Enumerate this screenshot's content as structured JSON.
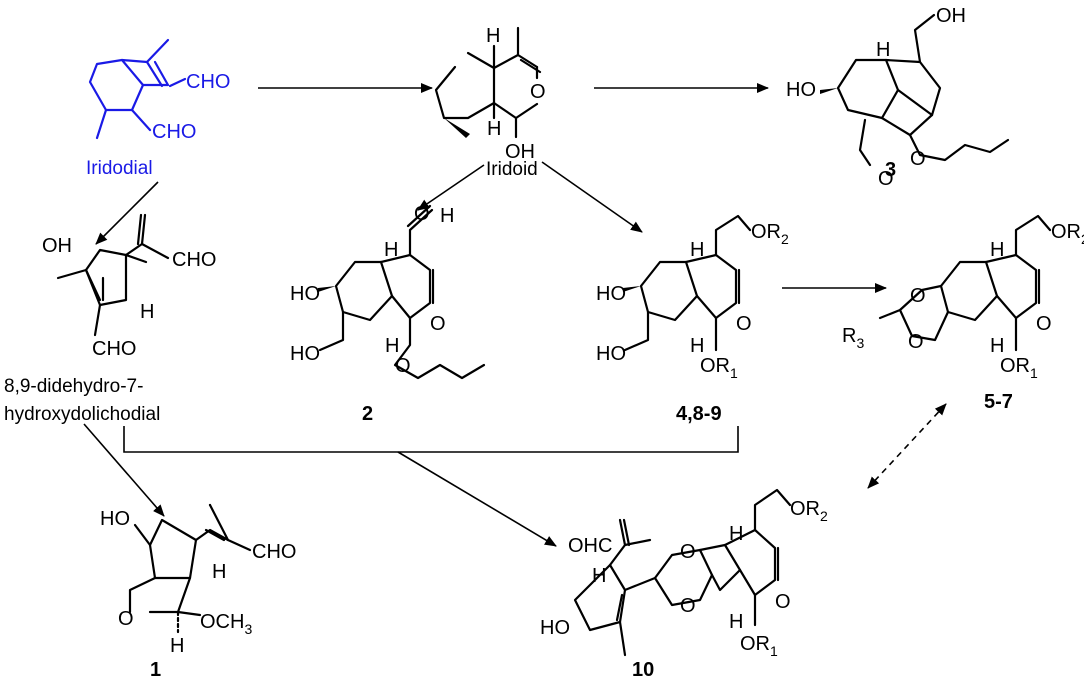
{
  "colors": {
    "ink": "#000000",
    "iridodial_blue": "#1a1ae6"
  },
  "labels": {
    "iridodial": "Iridodial",
    "iridoid": "Iridoid",
    "didehydro_line1": "8,9-didehydro-7-",
    "didehydro_line2": "hydroxydolichodial"
  },
  "compound_numbers": {
    "c1": "1",
    "c2": "2",
    "c3": "3",
    "c4_8_9": "4,8-9",
    "c5_7": "5-7",
    "c10": "10"
  },
  "atoms": {
    "cho": "CHO",
    "ohc": "OHC",
    "oh": "OH",
    "ho": "HO",
    "o": "O",
    "h": "H",
    "or2": "OR",
    "or1": "OR",
    "r3": "R",
    "och3": "OCH",
    "sub2": "2",
    "sub1": "1",
    "sub3": "3"
  }
}
